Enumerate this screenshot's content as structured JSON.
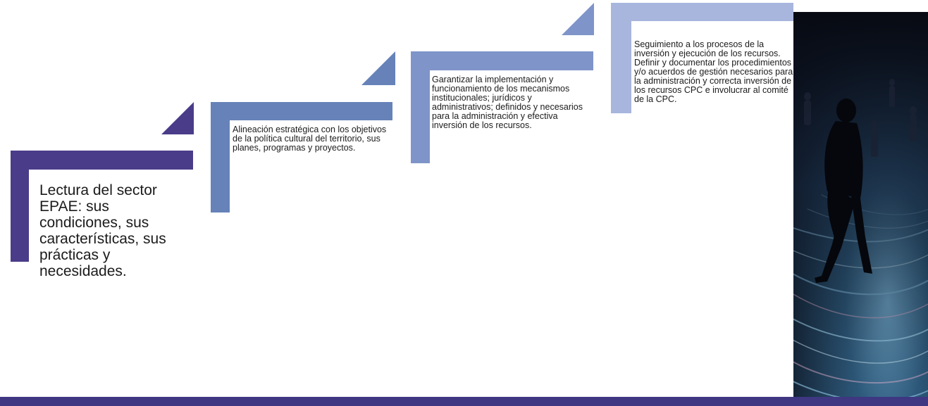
{
  "colors": {
    "step1": "#4a3c89",
    "step2": "#6682b8",
    "step3": "#7f94c9",
    "step4": "#a8b6dd",
    "footer": "#3f3782"
  },
  "steps": [
    {
      "text": "Lectura del sector EPAE: sus condiciones, sus características, sus prácticas y necesidades."
    },
    {
      "text": "Alineación estratégica con los objetivos de la política cultural del territorio, sus planes, programas y proyectos."
    },
    {
      "text": "Garantizar la implementación y funcionamiento de los mecanismos institucionales; jurídicos y administrativos; definidos y necesarios para la administración y efectiva inversión de los recursos."
    },
    {
      "text": "Seguimiento a los procesos de la inversión y ejecución de los recursos. Definir y documentar los procedimientos y/o acuerdos de gestión necesarios para la administración y correcta inversión de los recursos CPC e involucrar al comité de la CPC."
    }
  ],
  "photo": {
    "subject": "person-walking-on-light-swirl-floor"
  }
}
